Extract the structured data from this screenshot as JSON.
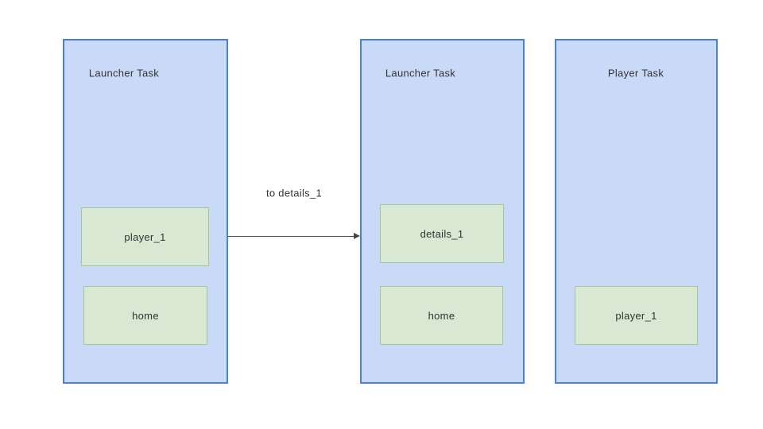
{
  "tasks": [
    {
      "title": "Launcher Task",
      "screens": [
        {
          "label": "player_1"
        },
        {
          "label": "home"
        }
      ]
    },
    {
      "title": "Launcher Task",
      "screens": [
        {
          "label": "details_1"
        },
        {
          "label": "home"
        }
      ]
    },
    {
      "title": "Player Task",
      "screens": [
        {
          "label": "player_1"
        }
      ]
    }
  ],
  "arrow": {
    "label": "to details_1",
    "from": "player_1",
    "to": "details_1"
  },
  "colors": {
    "canvas-bg": "#ffffff",
    "task-fill": "#c9daf8",
    "task-border": "#4a80d9",
    "screen-fill": "#d9e8d3",
    "screen-border": "#a6c994",
    "text": "#333333",
    "arrow": "#444444"
  }
}
